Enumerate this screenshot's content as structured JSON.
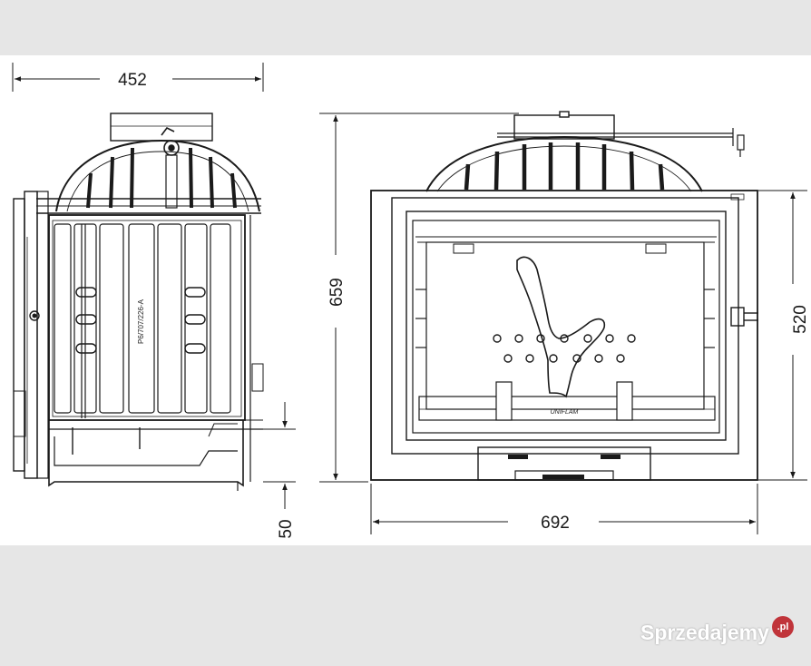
{
  "drawing": {
    "dimensions": {
      "side_width": "452",
      "front_height": "659",
      "front_width": "692",
      "side_height": "520",
      "bottom_offset": "50"
    },
    "serial_label": "P6/707/226-A",
    "brand_label": "UNIFLAM"
  },
  "watermark": {
    "text": "Sprzedajemy",
    "badge": ".pl",
    "color": "#ffffff",
    "badge_color": "#c0343a"
  },
  "colors": {
    "background": "#e6e6e6",
    "sheet": "#ffffff",
    "line": "#1a1a1a"
  }
}
